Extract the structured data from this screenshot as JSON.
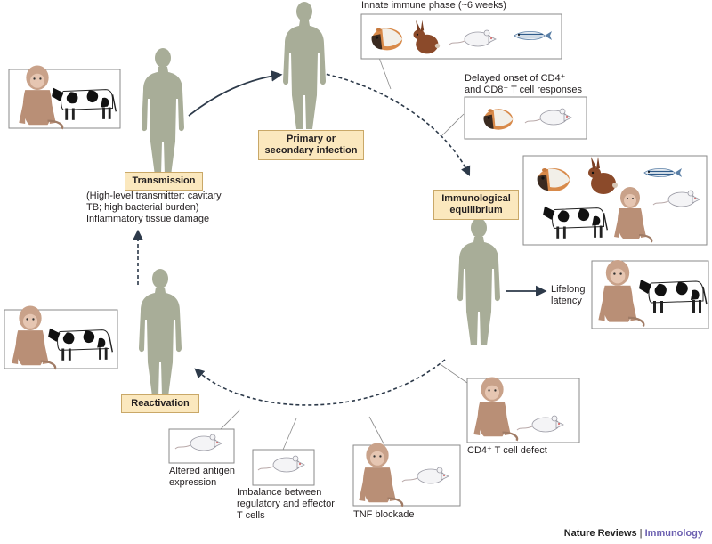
{
  "labels": {
    "primary": "Primary or\nsecondary infection",
    "equilibrium": "Immunological\nequilibrium",
    "transmission": "Transmission",
    "reactivation": "Reactivation"
  },
  "captions": {
    "innate": "Innate immune phase (~6 weeks)",
    "delayed_1": "Delayed onset of CD4⁺",
    "delayed_2": "and CD8⁺ T cell responses",
    "transmission_detail_1": "(High-level transmitter: cavitary",
    "transmission_detail_2": "TB; high bacterial burden)",
    "transmission_detail_3": "Inflammatory tissue damage",
    "lifelong_1": "Lifelong",
    "lifelong_2": "latency",
    "cd4_defect": "CD4⁺ T cell defect",
    "tnf": "TNF blockade",
    "imbalance_1": "Imbalance between",
    "imbalance_2": "regulatory and effector",
    "imbalance_3": "T cells",
    "altered_1": "Altered antigen",
    "altered_2": "expression"
  },
  "footer": {
    "journal": "Nature Reviews",
    "separator": " | ",
    "section": "Immunology"
  },
  "colors": {
    "human": "#a8ad98",
    "tag_bg": "#fbe8be",
    "arrow": "#2d3a4a",
    "monkey": "#c9a28a",
    "rabbit": "#8b4a2a",
    "guinea": "#d88a4a"
  },
  "animal_icons": [
    "monkey-icon",
    "cow-icon",
    "guinea-pig-icon",
    "rabbit-icon",
    "mouse-icon",
    "zebrafish-icon"
  ]
}
